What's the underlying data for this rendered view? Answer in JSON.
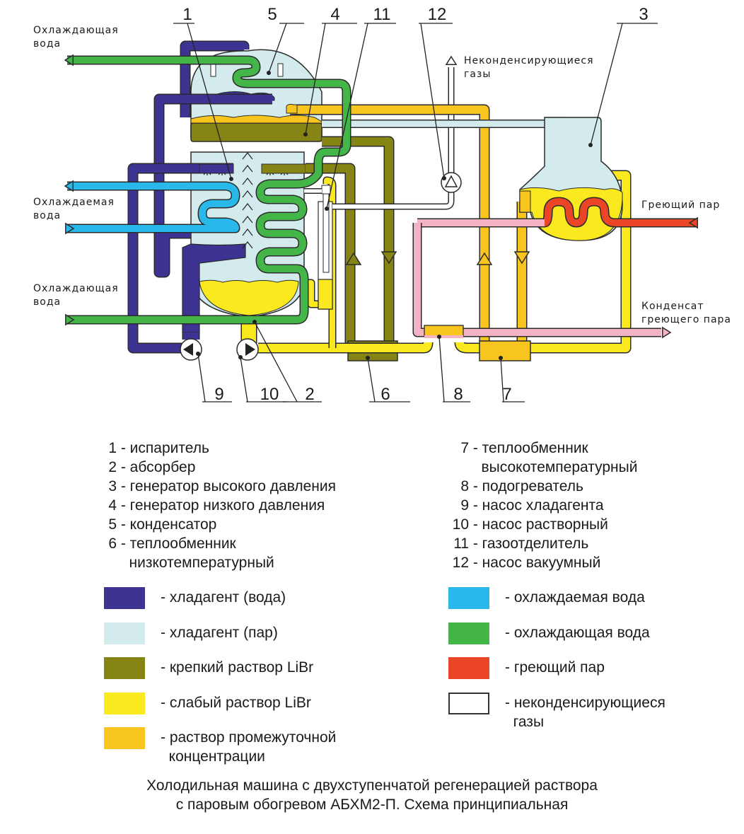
{
  "diagram": {
    "callouts": [
      "1",
      "2",
      "3",
      "4",
      "5",
      "6",
      "7",
      "8",
      "9",
      "10",
      "11",
      "12"
    ],
    "flow_labels": {
      "cooling_water_out": [
        "Охлаждающая",
        "вода"
      ],
      "chilled_water": [
        "Охлаждаемая",
        "вода"
      ],
      "cooling_water_in": [
        "Охлаждающая",
        "вода"
      ],
      "noncondensable_gases": [
        "Неконденсирующиеся",
        "газы"
      ],
      "heating_steam": [
        "Греющий пар"
      ],
      "steam_condensate": [
        "Конденсат",
        "греющего пара"
      ]
    },
    "colors": {
      "refrigerant_water": "#3c3393",
      "refrigerant_vapor": "#d4ebee",
      "strong_solution": "#858414",
      "weak_solution": "#fbe920",
      "intermediate_solution": "#f7c51e",
      "chilled_water": "#28b9ea",
      "cooling_water": "#44b549",
      "heating_steam": "#ea4526",
      "condensate": "#f4b3c4",
      "gases": "#ffffff",
      "outline": "#2b2b2b"
    }
  },
  "components": {
    "left": [
      {
        "num": "1",
        "text": "- испаритель"
      },
      {
        "num": "2",
        "text": "- абсорбер"
      },
      {
        "num": "3",
        "text": "- генератор высокого давления"
      },
      {
        "num": "4",
        "text": "- генератор низкого давления"
      },
      {
        "num": "5",
        "text": "- конденсатор"
      },
      {
        "num": "6",
        "text": "- теплообменник"
      },
      {
        "num": "",
        "text": "  низкотемпературный"
      }
    ],
    "right": [
      {
        "num": "7",
        "text": "- теплообменник"
      },
      {
        "num": "",
        "text": "  высокотемпературный"
      },
      {
        "num": "8",
        "text": "- подогреватель"
      },
      {
        "num": "9",
        "text": "- насос хладагента"
      },
      {
        "num": "10",
        "text": "- насос растворный"
      },
      {
        "num": "11",
        "text": "- газоотделитель"
      },
      {
        "num": "12",
        "text": "- насос вакуумный"
      }
    ]
  },
  "legend": {
    "left": [
      {
        "label": "- хладагент (вода)",
        "color": "#3c3393"
      },
      {
        "label": "- хладагент (пар)",
        "color": "#d4ebee"
      },
      {
        "label": "- крепкий раствор LiBr",
        "color": "#858414"
      },
      {
        "label": "- слабый раствор LiBr",
        "color": "#fbe920"
      },
      {
        "label": "- раствор промежуточной концентрации",
        "line1": "- раствор промежуточной",
        "line2": "  концентрации",
        "color": "#f7c51e"
      }
    ],
    "right": [
      {
        "label": "- охлаждаемая вода",
        "color": "#28b9ea"
      },
      {
        "label": "- охлаждающая вода",
        "color": "#44b549"
      },
      {
        "label": "- греющий пар",
        "color": "#ea4526"
      },
      {
        "label": "- неконденсирующиеся газы",
        "line1": "- неконденсирующиеся",
        "line2": "  газы",
        "color": "#ffffff"
      }
    ]
  },
  "caption": {
    "line1": "Холодильная машина с двухступенчатой регенерацией раствора",
    "line2": "с паровым обогревом АБХМ2-П. Схема принципиальная"
  }
}
